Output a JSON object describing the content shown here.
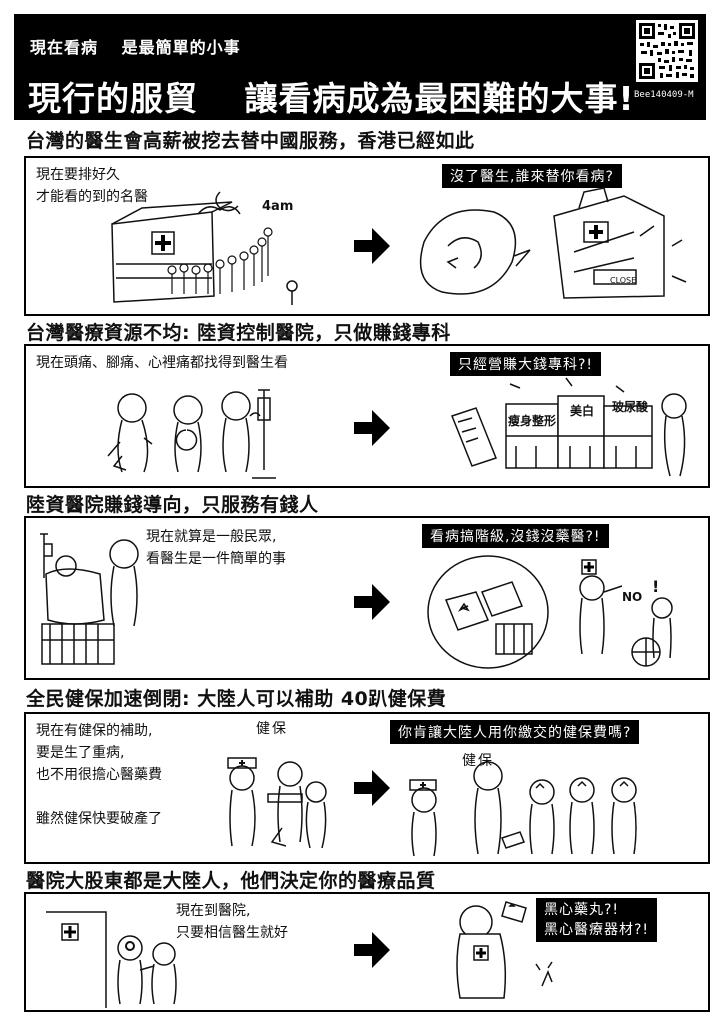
{
  "header": {
    "subtitle": "現在看病　 是最簡單的小事",
    "title": "現行的服貿　 讓看病成為最困難的大事!",
    "code": "Bee140409-M"
  },
  "sections": [
    {
      "title": "台灣的醫生會高薪被挖去替中國服務，香港已經如此",
      "left_text": "現在要排好久\n才能看的到的名醫",
      "right_text": "沒了醫生,誰來替你看病?",
      "sign_time": "4am",
      "sign_close": "CLOSE"
    },
    {
      "title": "台灣醫療資源不均: 陸資控制醫院，只做賺錢專科",
      "left_text": "現在頭痛、腳痛、心裡痛都找得到醫生看",
      "right_text": "只經營賺大錢專科?!",
      "shop1": "瘦身整形",
      "shop2": "美白",
      "shop3": "玻尿酸"
    },
    {
      "title": "陸資醫院賺錢導向，只服務有錢人",
      "left_text": "現在就算是一般民眾,\n看醫生是一件簡單的事",
      "right_text": "看病搞階級,沒錢沒藥醫?!",
      "no_text": "NO",
      "exclaim": "!"
    },
    {
      "title": "全民健保加速倒閉: 大陸人可以補助 40趴健保費",
      "left_text": "現在有健保的補助,\n要是生了重病,\n也不用很擔心醫藥費\n\n雖然健保快要破產了",
      "right_text": "你肯讓大陸人用你繳交的健保費嗎?",
      "sign1": "健保",
      "sign2": "健保"
    },
    {
      "title": "醫院大股東都是大陸人，他們決定你的醫療品質",
      "left_text": "現在到醫院,\n只要相信醫生就好",
      "right_text": "黑心藥丸?!\n黑心醫療器材?!"
    }
  ]
}
